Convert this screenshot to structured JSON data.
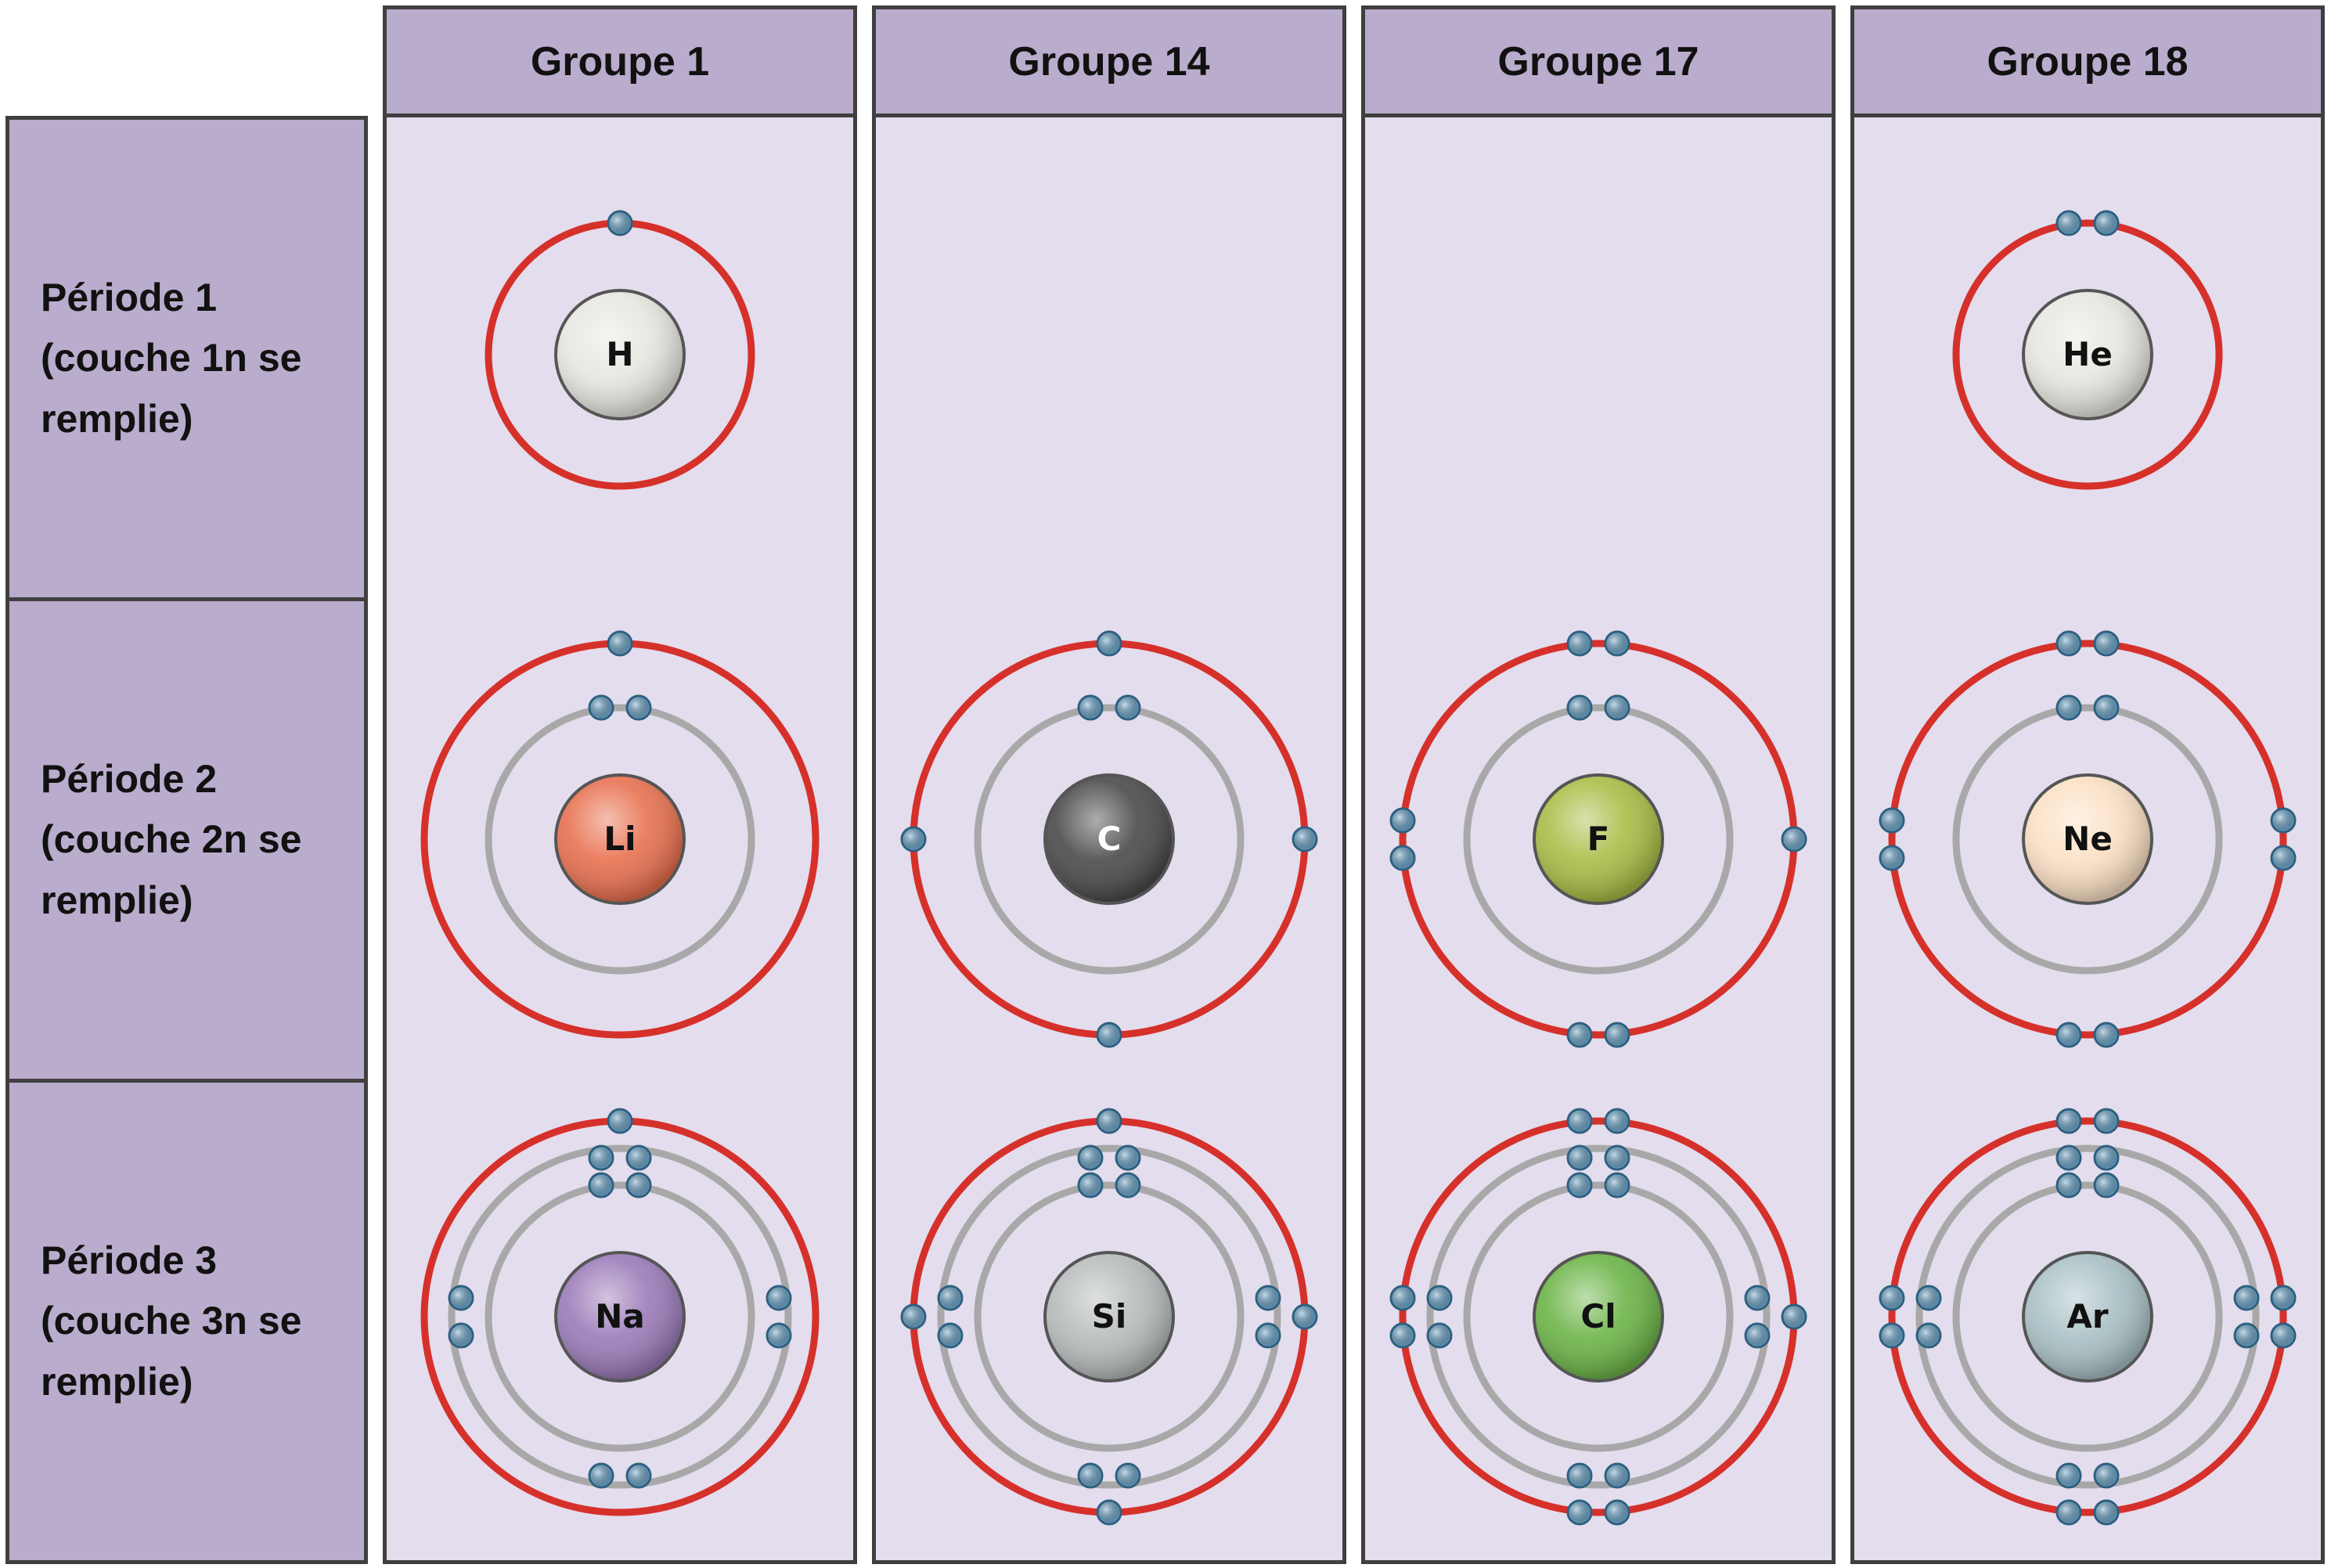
{
  "columns": [
    {
      "label": "Groupe 1"
    },
    {
      "label": "Groupe 14"
    },
    {
      "label": "Groupe 17"
    },
    {
      "label": "Groupe 18"
    }
  ],
  "rows": [
    {
      "label_line1": "Période 1",
      "label_line2": "(couche 1n se",
      "label_line3": "remplie)"
    },
    {
      "label_line1": "Période 2",
      "label_line2": "(couche 2n se",
      "label_line3": "remplie)"
    },
    {
      "label_line1": "Période 3",
      "label_line2": "(couche 3n se",
      "label_line3": "remplie)"
    }
  ],
  "atoms": [
    {
      "symbol": "H",
      "group": "Groupe 1",
      "period": "Période 1",
      "shells": [
        1
      ],
      "nucleus_color": "#e8e6e0"
    },
    {
      "symbol": "He",
      "group": "Groupe 18",
      "period": "Période 1",
      "shells": [
        2
      ],
      "nucleus_color": "#e8e6e0"
    },
    {
      "symbol": "Li",
      "group": "Groupe 1",
      "period": "Période 2",
      "shells": [
        2,
        1
      ],
      "nucleus_color": "#e8704f"
    },
    {
      "symbol": "C",
      "group": "Groupe 14",
      "period": "Période 2",
      "shells": [
        2,
        4
      ],
      "nucleus_color": "#4a4a4a"
    },
    {
      "symbol": "F",
      "group": "Groupe 17",
      "period": "Période 2",
      "shells": [
        2,
        7
      ],
      "nucleus_color": "#a8bd45"
    },
    {
      "symbol": "Ne",
      "group": "Groupe 18",
      "period": "Période 2",
      "shells": [
        2,
        8
      ],
      "nucleus_color": "#fbe0c4"
    },
    {
      "symbol": "Na",
      "group": "Groupe 1",
      "period": "Période 3",
      "shells": [
        2,
        8,
        1
      ],
      "nucleus_color": "#9a7ab8"
    },
    {
      "symbol": "Si",
      "group": "Groupe 14",
      "period": "Période 3",
      "shells": [
        2,
        8,
        4
      ],
      "nucleus_color": "#b7bbbb"
    },
    {
      "symbol": "Cl",
      "group": "Groupe 17",
      "period": "Période 3",
      "shells": [
        2,
        8,
        7
      ],
      "nucleus_color": "#6cb447"
    },
    {
      "symbol": "Ar",
      "group": "Groupe 18",
      "period": "Période 3",
      "shells": [
        2,
        8,
        8
      ],
      "nucleus_color": "#a9c0c5"
    }
  ],
  "colors": {
    "header_fill": "#baaccc",
    "panel_fill": "#e3dded",
    "border": "#3f3f3f",
    "outer_shell": "#d6302b",
    "inner_shell": "#a8a8a8",
    "electron": "#6fa8cc"
  }
}
